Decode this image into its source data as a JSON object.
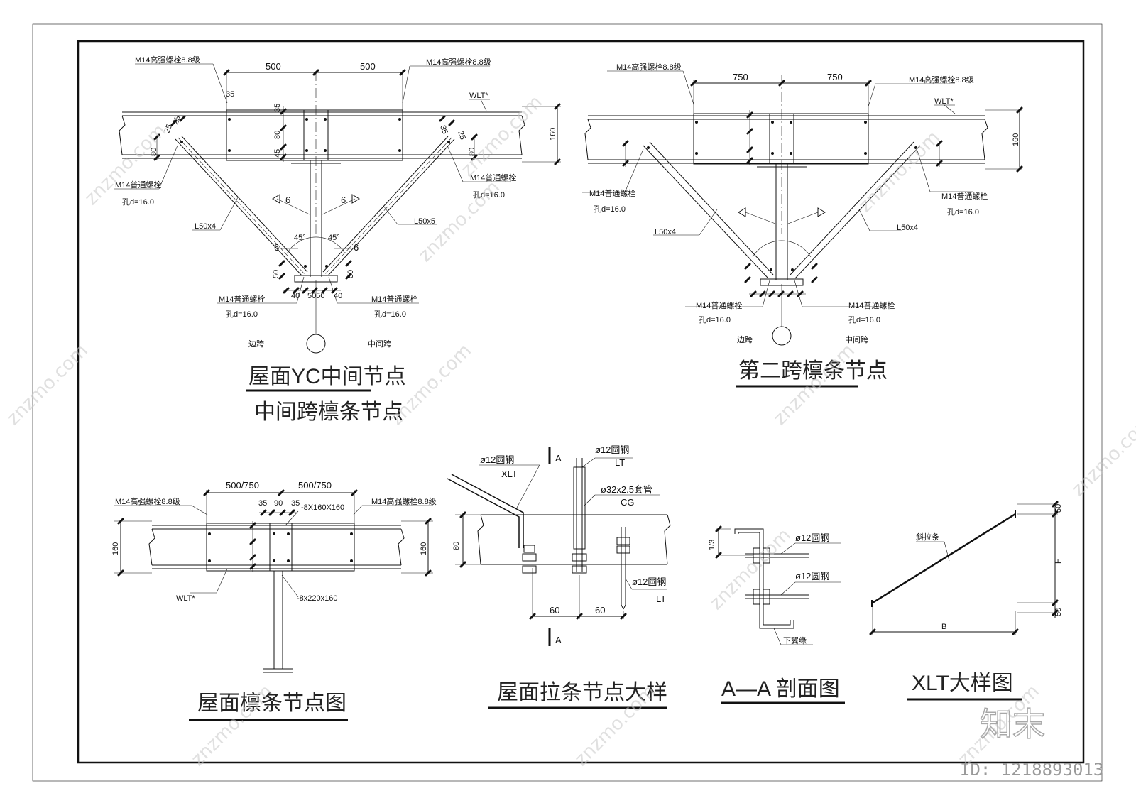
{
  "titles": {
    "node1_title": "屋面YC中间节点",
    "node1_sub": "中间跨檩条节点",
    "node2_title": "第二跨檩条节点",
    "purlin_node": "屋面檩条节点图",
    "tie_detail": "屋面拉条节点大样",
    "section_aa": "A—A 剖面图",
    "xlt_detail": "XLT大样图"
  },
  "node1": {
    "hs_bolt_left": "M14高强螺栓8.8级",
    "hs_bolt_right": "M14高强螺栓8.8级",
    "dim_left": "500",
    "dim_right": "500",
    "wlt": "WLT*",
    "bolt_left": "M14普通螺栓",
    "hole_left": "孔d=16.0",
    "bolt_right": "M14普通螺栓",
    "hole_right": "孔d=16.0",
    "angle_left": "L50x4",
    "angle_right": "L50x5",
    "bot_bolt_left": "M14普通螺栓",
    "bot_hole_left": "孔d=16.0",
    "bot_bolt_right": "M14普通螺栓",
    "bot_hole_right": "孔d=16.0",
    "edge_span": "边跨",
    "mid_span": "中间跨",
    "d35": "35",
    "d80": "80",
    "d45": "45",
    "d160": "160",
    "d25": "25",
    "d6": "6",
    "deg45": "45°",
    "d50": "50",
    "d40": "40",
    "d5050": "5050"
  },
  "node2": {
    "hs_bolt_left": "M14高强螺栓8.8级",
    "hs_bolt_right": "M14高强螺栓8.8级",
    "dim_left": "750",
    "dim_right": "750",
    "wlt": "WLT*",
    "bolt_left": "M14普通螺栓",
    "hole_left": "孔d=16.0",
    "bolt_right": "M14普通螺栓",
    "hole_right": "孔d=16.0",
    "angle_left": "L50x4",
    "angle_right": "L50x4",
    "bot_bolt_left": "M14普通螺栓",
    "bot_hole_left": "孔d=16.0",
    "bot_bolt_right": "M14普通螺栓",
    "bot_hole_right": "孔d=16.0",
    "edge_span": "边跨",
    "mid_span": "中间跨",
    "d160": "160"
  },
  "purlin": {
    "dim_left": "500/750",
    "dim_right": "500/750",
    "hs_bolt_left": "M14高强螺栓8.8级",
    "hs_bolt_right": "M14高强螺栓8.8级",
    "d35a": "35",
    "d90": "90",
    "d35b": "35",
    "plate_top": "-8X160X160",
    "plate_bot": "-8x220x160",
    "wlt": "WLT*",
    "d160": "160"
  },
  "tie": {
    "xlt_rod": "ø12圆钢",
    "xlt": "XLT",
    "lt_rod": "ø12圆钢",
    "lt": "LT",
    "sleeve": "ø32x2.5套管",
    "cg": "CG",
    "lt_rod2": "ø12圆钢",
    "lt2": "LT",
    "d80": "80",
    "d60a": "60",
    "d60b": "60",
    "sec_a": "A"
  },
  "section": {
    "rod1": "ø12圆钢",
    "rod2": "ø12圆钢",
    "ratio": "1/3",
    "lower_flange": "下翼缘"
  },
  "xlt": {
    "diag_tie": "斜拉条",
    "h": "H",
    "b": "B",
    "d50a": "50",
    "d50b": "50"
  },
  "watermark": {
    "text": "znzmo.com",
    "brand": "知末",
    "id": "ID: 1218893013"
  }
}
